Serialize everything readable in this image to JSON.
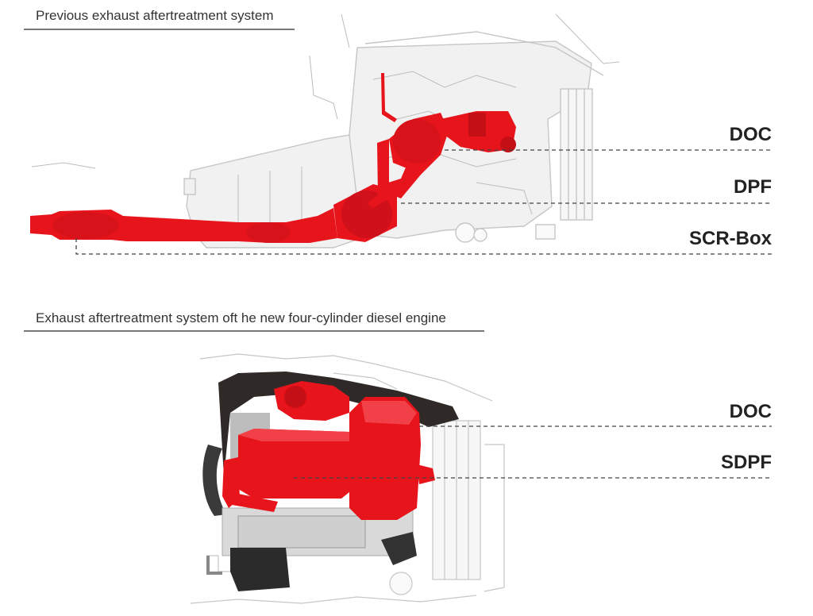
{
  "sections": {
    "previous": {
      "title": "Previous exhaust aftertreatment system",
      "labels": [
        "DOC",
        "DPF",
        "SCR-Box"
      ]
    },
    "new": {
      "title": "Exhaust aftertreatment system oft he new four-cylinder diesel engine",
      "labels": [
        "DOC",
        "SDPF"
      ]
    }
  },
  "colors": {
    "exhaust": "#e8141b",
    "exhaust_dark": "#b00d12",
    "outline": "#c8c8c8",
    "engine_fill": "#eeeeee",
    "dark_part": "#2a2a2a"
  }
}
